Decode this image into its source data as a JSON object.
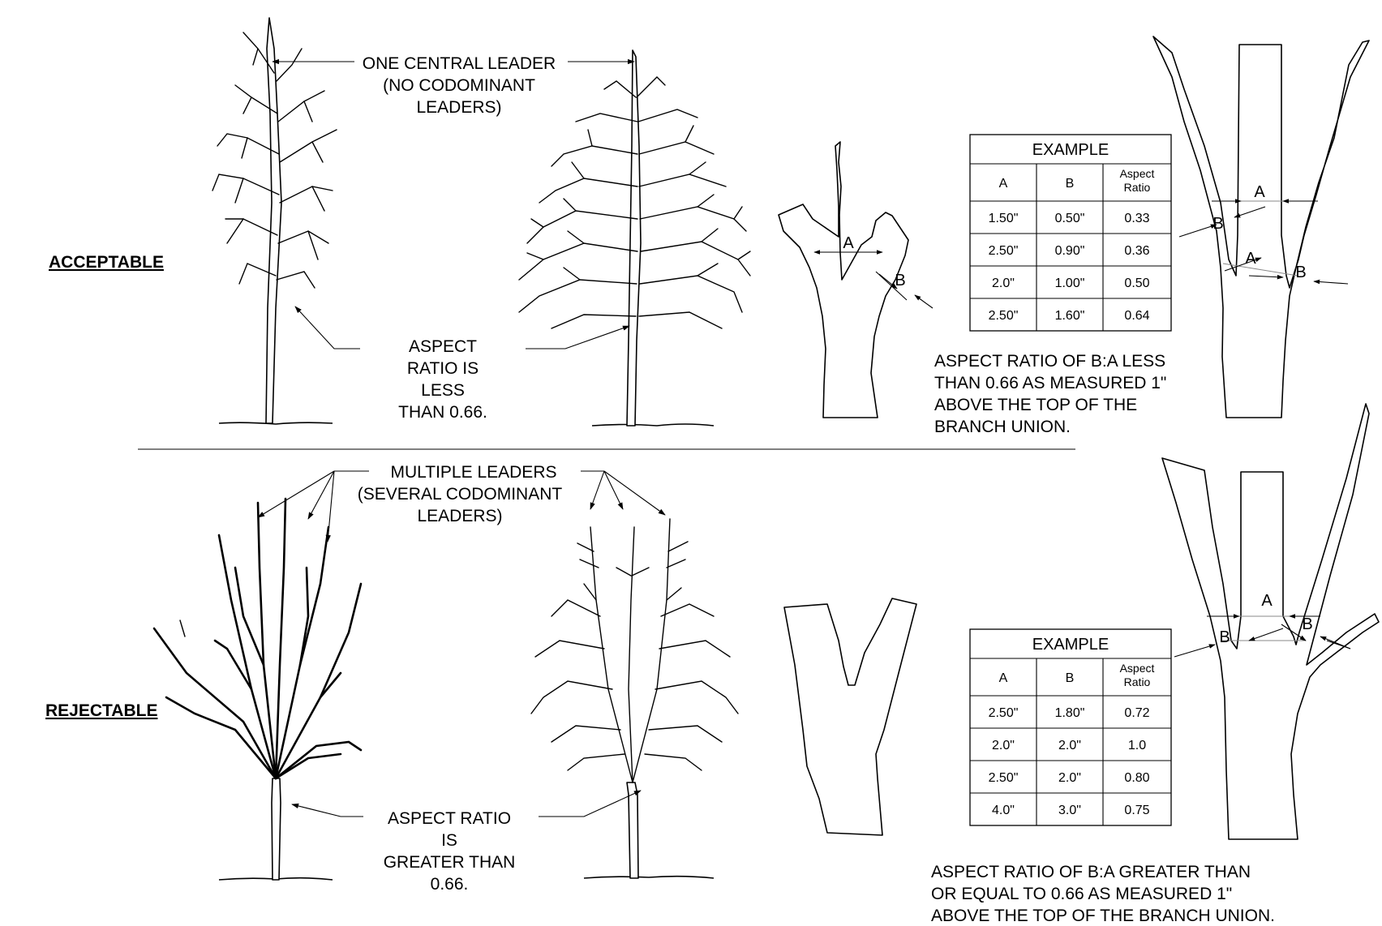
{
  "headings": {
    "acceptable": "ACCEPTABLE",
    "rejectable": "REJECTABLE"
  },
  "callouts": {
    "one_leader": [
      "ONE CENTRAL LEADER",
      "(NO CODOMINANT",
      "LEADERS)"
    ],
    "aspect_less": [
      "ASPECT",
      "RATIO IS",
      "LESS",
      "THAN 0.66."
    ],
    "multiple_leaders": [
      "MULTIPLE LEADERS",
      "(SEVERAL CODOMINANT",
      "LEADERS)"
    ],
    "aspect_greater": [
      "ASPECT RATIO",
      "IS",
      "GREATER THAN",
      "0.66."
    ]
  },
  "dimension_labels": {
    "a": "A",
    "b": "B"
  },
  "tables": {
    "acceptable": {
      "title": "EXAMPLE",
      "headers": [
        "A",
        "B",
        "Aspect\nRatio"
      ],
      "rows": [
        [
          "1.50\"",
          "0.50\"",
          "0.33"
        ],
        [
          "2.50\"",
          "0.90\"",
          "0.36"
        ],
        [
          "2.0\"",
          "1.00\"",
          "0.50"
        ],
        [
          "2.50\"",
          "1.60\"",
          "0.64"
        ]
      ]
    },
    "rejectable": {
      "title": "EXAMPLE",
      "headers": [
        "A",
        "B",
        "Aspect\nRatio"
      ],
      "rows": [
        [
          "2.50\"",
          "1.80\"",
          "0.72"
        ],
        [
          "2.0\"",
          "2.0\"",
          "1.0"
        ],
        [
          "2.50\"",
          "2.0\"",
          "0.80"
        ],
        [
          "4.0\"",
          "3.0\"",
          "0.75"
        ]
      ]
    }
  },
  "notes": {
    "acceptable": [
      "ASPECT RATIO OF B:A LESS",
      "THAN 0.66 AS MEASURED 1\"",
      "ABOVE THE TOP OF THE",
      "BRANCH UNION."
    ],
    "rejectable": [
      "ASPECT RATIO OF B:A GREATER THAN",
      "OR EQUAL TO 0.66 AS MEASURED 1\"",
      "ABOVE THE TOP OF THE BRANCH UNION."
    ]
  }
}
